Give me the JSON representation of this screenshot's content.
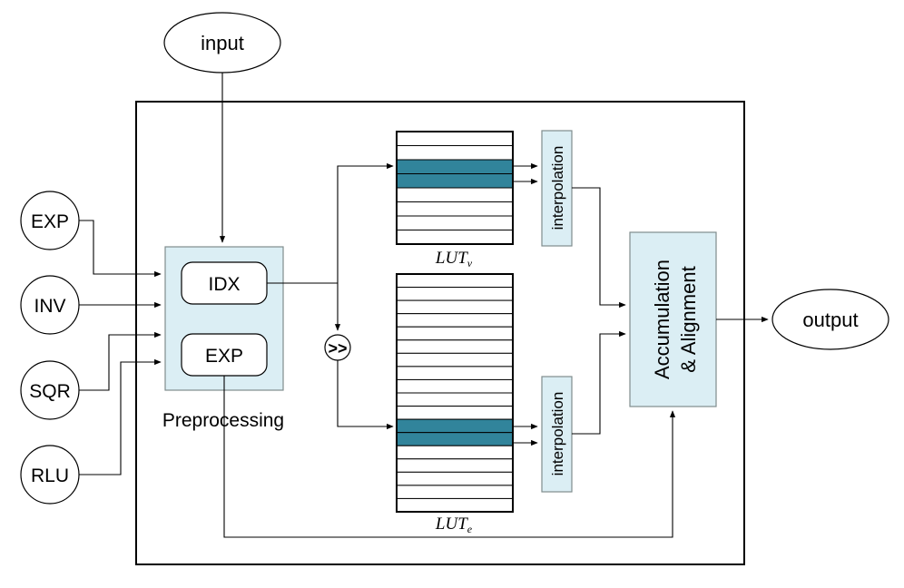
{
  "nodes": {
    "input": "input",
    "output": "output",
    "exp_in": "EXP",
    "inv_in": "INV",
    "sqr_in": "SQR",
    "rlu_in": "RLU",
    "idx": "IDX",
    "exp_block": "EXP",
    "preprocessing": "Preprocessing",
    "shift": ">>",
    "interp_top": "interpolation",
    "interp_bottom": "interpolation",
    "accum_line1": "Accumulation",
    "accum_line2": "& Alignment"
  },
  "luts": {
    "v": {
      "base": "LUT",
      "sub": "v",
      "rows": 8,
      "highlighted_rows": [
        2,
        3
      ]
    },
    "e": {
      "base": "LUT",
      "sub": "e",
      "rows": 18,
      "highlighted_rows": [
        11,
        12
      ]
    }
  },
  "colors": {
    "block_fill": "#dbeef4",
    "block_stroke": "#7f8c8d",
    "lut_highlight": "#31849b",
    "line": "#000000"
  }
}
